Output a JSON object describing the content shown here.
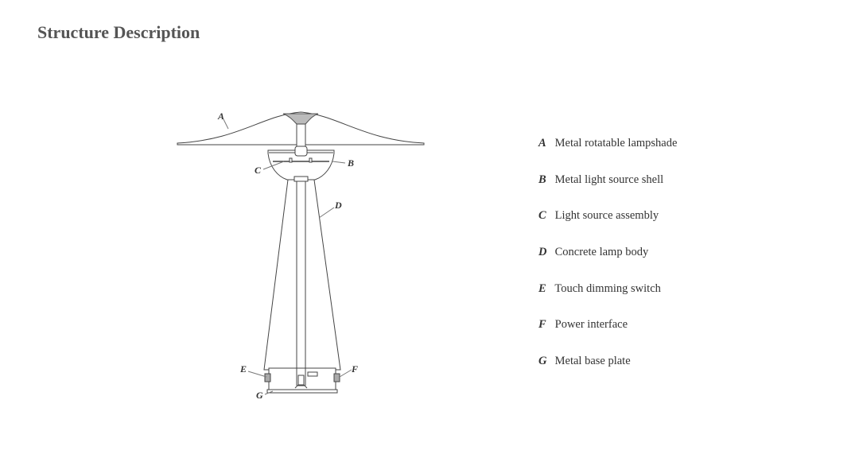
{
  "title": "Structure Description",
  "diagram_labels": [
    "A",
    "B",
    "C",
    "D",
    "E",
    "F",
    "G"
  ],
  "legend": [
    {
      "letter": "A",
      "text": "Metal rotatable lampshade"
    },
    {
      "letter": "B",
      "text": "Metal light source shell"
    },
    {
      "letter": "C",
      "text": "Light source assembly"
    },
    {
      "letter": "D",
      "text": "Concrete lamp body"
    },
    {
      "letter": "E",
      "text": "Touch dimming switch"
    },
    {
      "letter": "F",
      "text": "Power interface"
    },
    {
      "letter": "G",
      "text": "Metal base plate"
    }
  ]
}
